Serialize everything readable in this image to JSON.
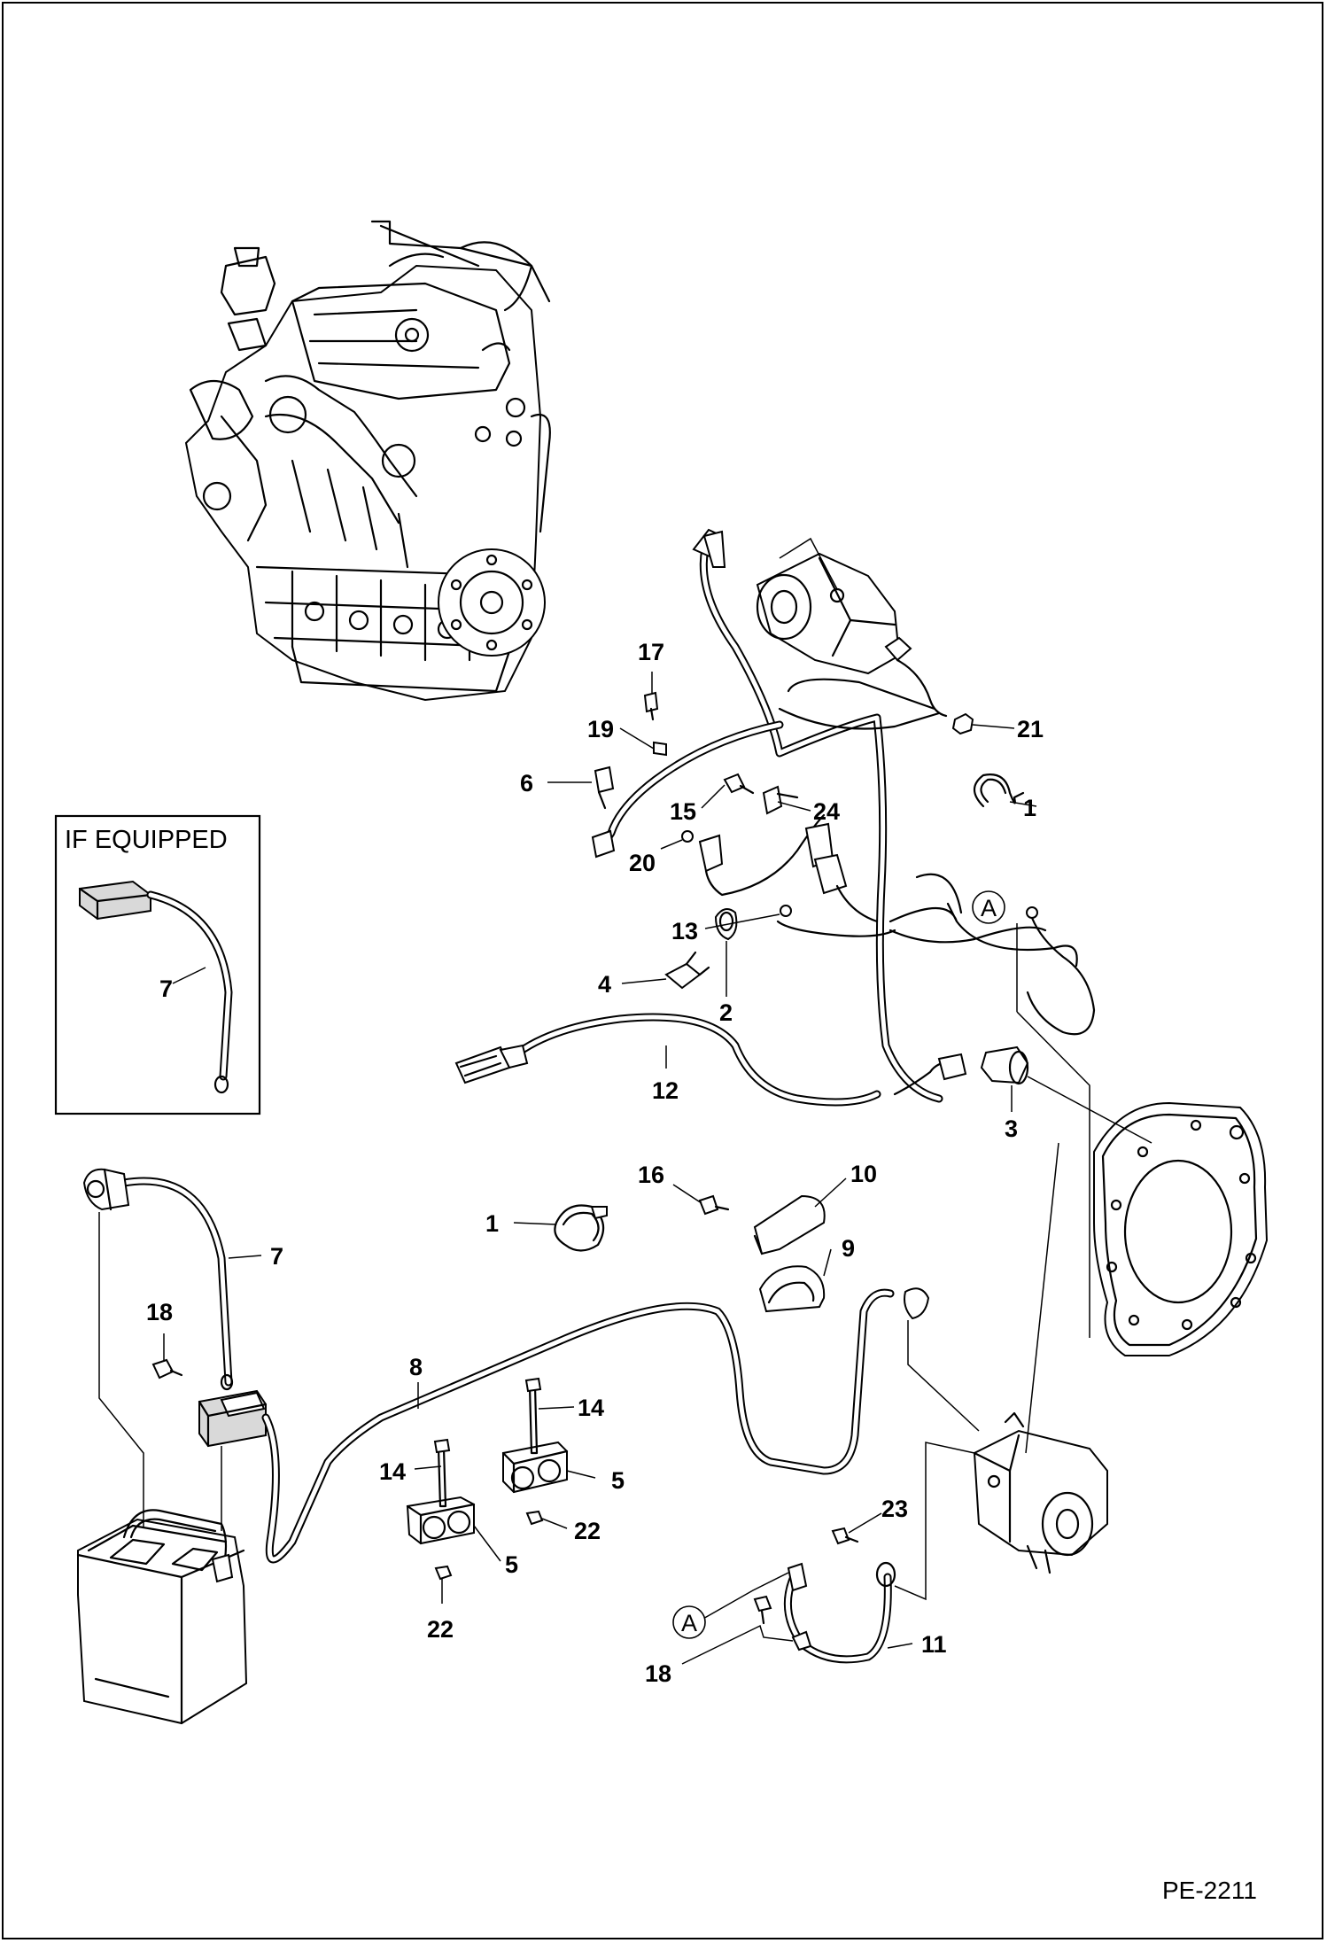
{
  "drawing_number": "PE-2211",
  "inset": {
    "title": "IF EQUIPPED",
    "callout": "7"
  },
  "ref_marker": "A",
  "callouts": [
    "1",
    "1",
    "2",
    "3",
    "4",
    "5",
    "5",
    "6",
    "7",
    "8",
    "9",
    "10",
    "11",
    "12",
    "13",
    "14",
    "14",
    "15",
    "16",
    "17",
    "18",
    "18",
    "19",
    "20",
    "21",
    "22",
    "22",
    "23",
    "24"
  ],
  "colors": {
    "line": "#000000",
    "background": "#ffffff"
  }
}
